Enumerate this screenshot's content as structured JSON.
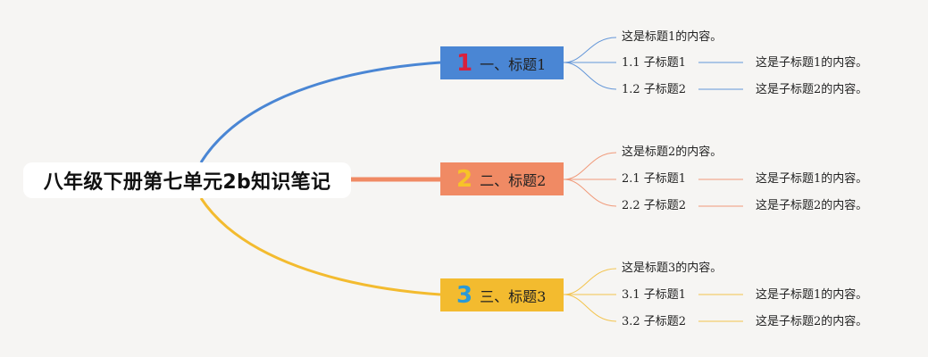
{
  "root": {
    "title": "八年级下册第七单元2b知识笔记"
  },
  "branches": [
    {
      "number": "1",
      "label": "一、标题1",
      "color": "#4a86d4",
      "number_color": "#d9213b",
      "content": "这是标题1的内容。",
      "children": [
        {
          "label": "1.1 子标题1",
          "content": "这是子标题1的内容。"
        },
        {
          "label": "1.2 子标题2",
          "content": "这是子标题2的内容。"
        }
      ]
    },
    {
      "number": "2",
      "label": "二、标题2",
      "color": "#f08a64",
      "number_color": "#f7c328",
      "content": "这是标题2的内容。",
      "children": [
        {
          "label": "2.1 子标题1",
          "content": "这是子标题1的内容。"
        },
        {
          "label": "2.2 子标题2",
          "content": "这是子标题2的内容。"
        }
      ]
    },
    {
      "number": "3",
      "label": "三、标题3",
      "color": "#f3bb2f",
      "number_color": "#2a9ad8",
      "content": "这是标题3的内容。",
      "children": [
        {
          "label": "3.1 子标题1",
          "content": "这是子标题1的内容。"
        },
        {
          "label": "3.2 子标题2",
          "content": "这是子标题2的内容。"
        }
      ]
    }
  ]
}
